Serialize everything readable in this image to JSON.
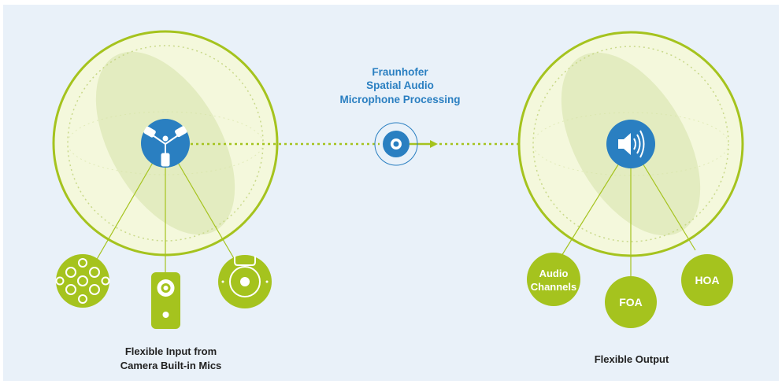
{
  "center": {
    "title_line1": "Fraunhofer",
    "title_line2": "Spatial Audio",
    "title_line3": "Microphone Processing"
  },
  "input": {
    "caption_line1": "Flexible Input from",
    "caption_line2": "Camera Built-in Mics",
    "devices": [
      "multi-capsule-sphere-mic",
      "camera-body-mic",
      "ambisonic-ring-mic"
    ]
  },
  "output": {
    "caption": "Flexible Output",
    "formats": [
      {
        "line1": "Audio",
        "line2": "Channels"
      },
      {
        "line1": "FOA"
      },
      {
        "line1": "HOA"
      }
    ]
  },
  "colors": {
    "lime": "#a5c31e",
    "lime_light": "#f4f8dc",
    "lime_ellipse": "#e3ecc0",
    "blue": "#2a7fc1",
    "background": "#e9f1f9"
  }
}
